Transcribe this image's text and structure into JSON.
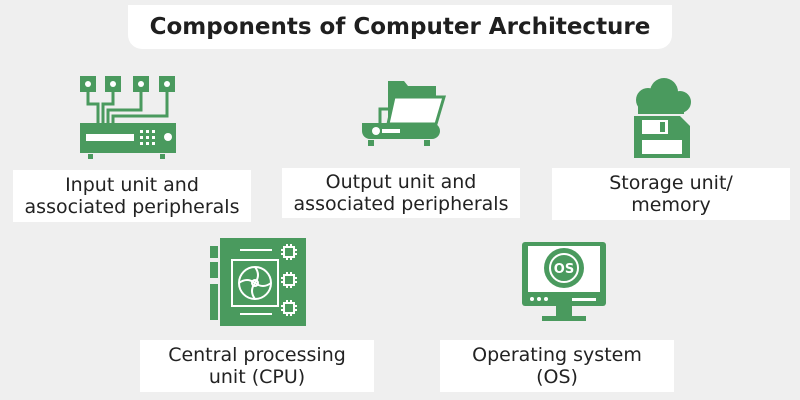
{
  "title": "Components of Computer Architecture",
  "accent": "#4a9a5e",
  "components": [
    {
      "icon": "input-device-icon",
      "line1": "Input unit and",
      "line2": "associated peripherals"
    },
    {
      "icon": "output-device-icon",
      "line1": "Output unit and",
      "line2": "associated peripherals"
    },
    {
      "icon": "storage-icon",
      "line1": "Storage unit/",
      "line2": "memory"
    },
    {
      "icon": "cpu-board-icon",
      "line1": "Central processing",
      "line2": "unit (CPU)"
    },
    {
      "icon": "operating-system-icon",
      "line1": "Operating system",
      "line2": "(OS)",
      "os_badge": "OS"
    }
  ]
}
